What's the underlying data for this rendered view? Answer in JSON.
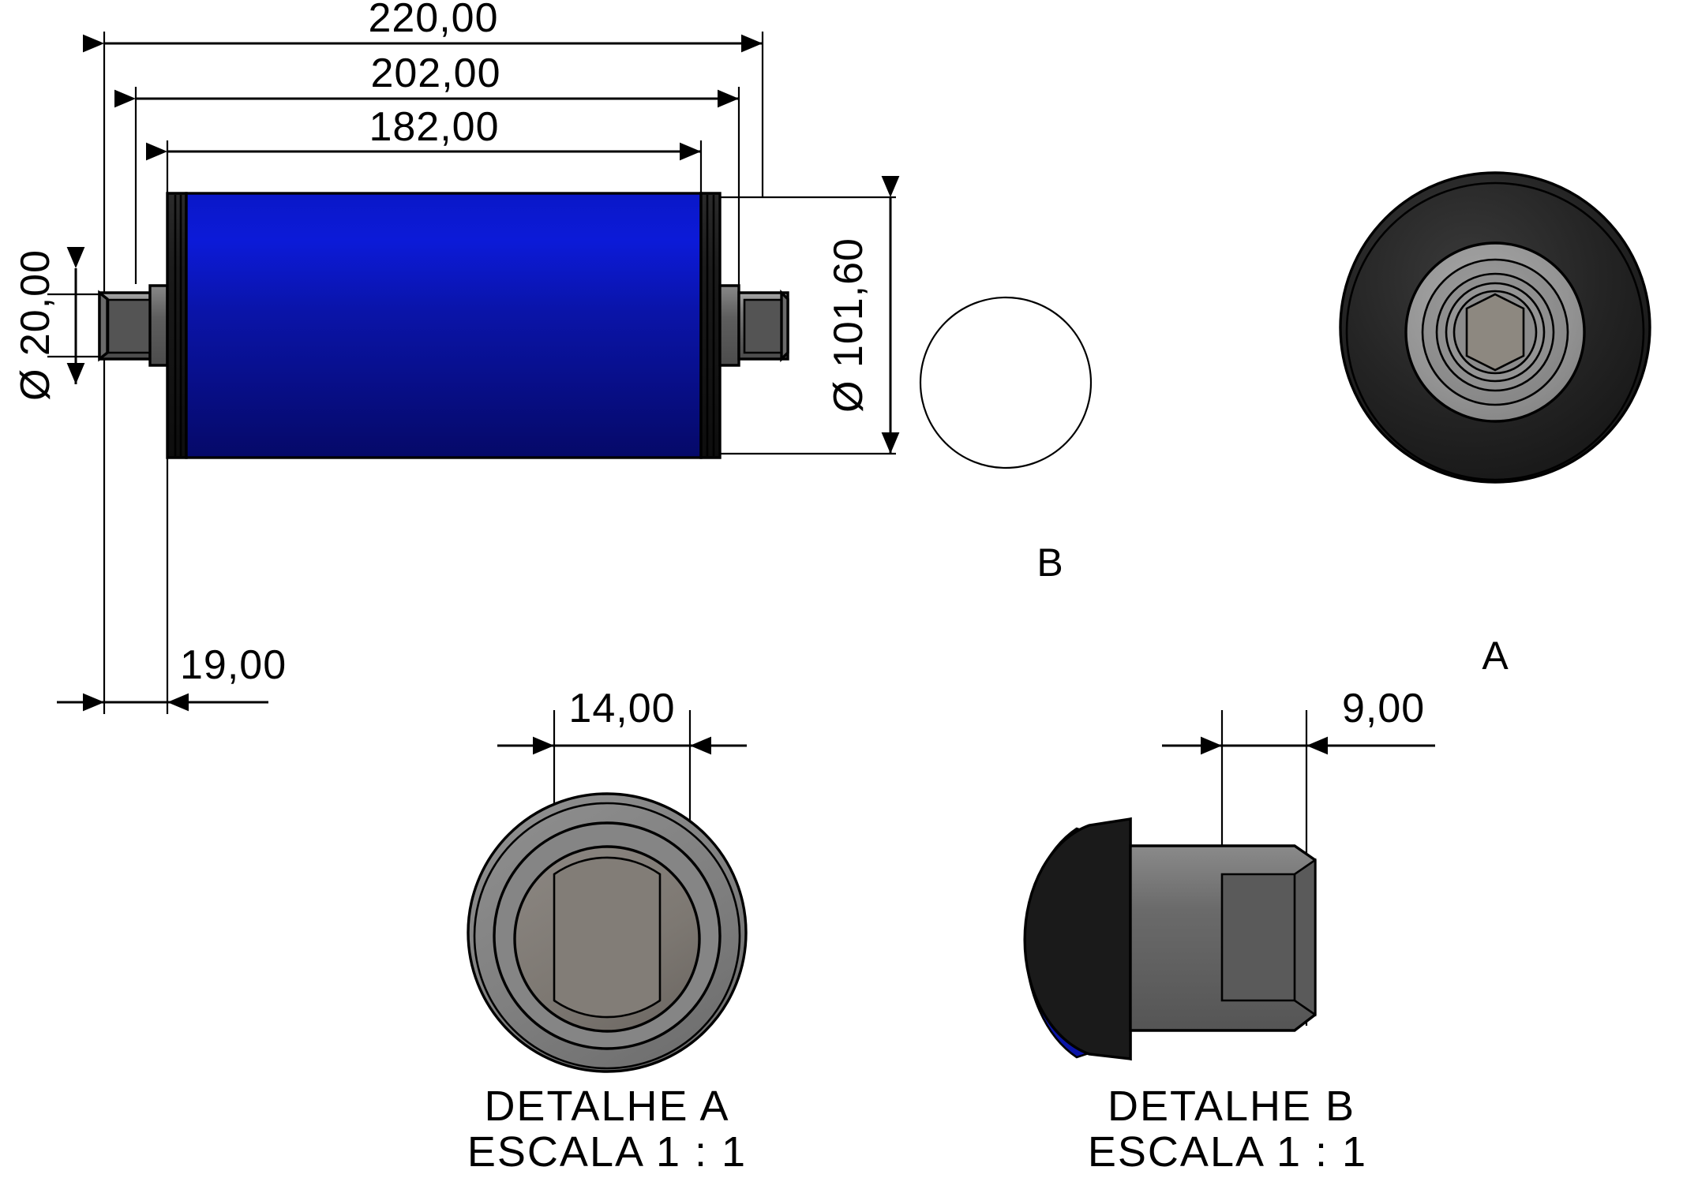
{
  "drawing": {
    "type": "mechanical-part-drawing",
    "language": "pt-BR",
    "decimal_separator": ",",
    "background_color": "#ffffff",
    "line_color": "#000000"
  },
  "dimensions": {
    "overall_length": "220,00",
    "length_202": "202,00",
    "length_182": "182,00",
    "shaft_diameter": "Ø 20,00",
    "roller_diameter": "Ø 101,60",
    "shaft_extension": "19,00",
    "detail_a_width": "14,00",
    "detail_b_width": "9,00"
  },
  "callouts": {
    "detail_circle_b": "B",
    "end_view_a": "A"
  },
  "details": {
    "a": {
      "title": "DETALHE A",
      "scale": "ESCALA 1 : 1"
    },
    "b": {
      "title": "DETALHE B",
      "scale": "ESCALA 1 : 1"
    }
  },
  "colors": {
    "roller_body_light": "#0b1ad0",
    "roller_body_dark": "#060a6e",
    "end_cap_dark": "#1d1d1d",
    "metal_light": "#9a9a9a",
    "metal_mid": "#6e6e6e",
    "metal_dark": "#4a4a4a",
    "hex_face": "#8d8880"
  }
}
